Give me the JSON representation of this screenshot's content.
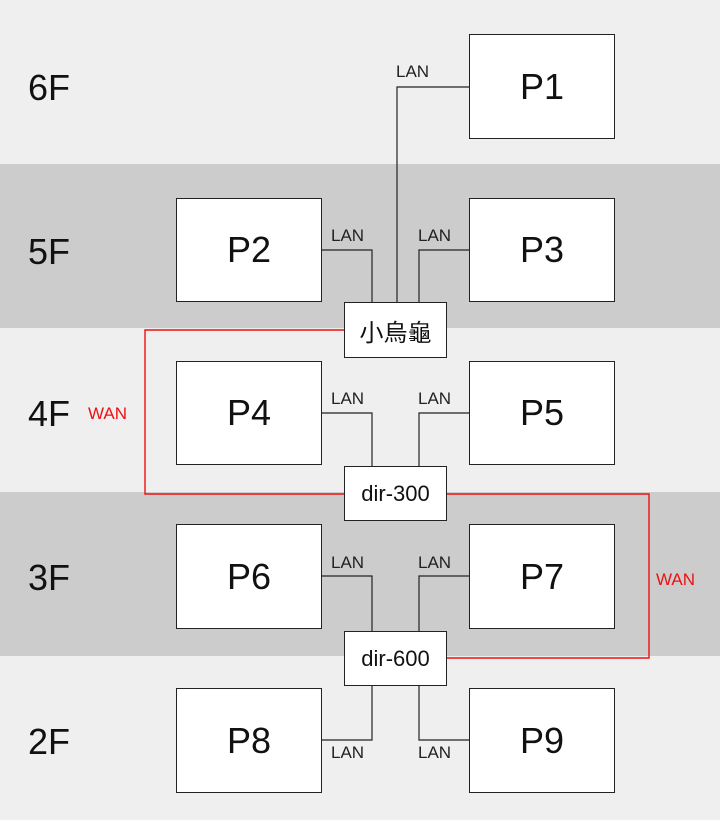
{
  "floors": [
    {
      "label": "6F",
      "color": "#efefef"
    },
    {
      "label": "5F",
      "color": "#cccccc"
    },
    {
      "label": "4F",
      "color": "#efefef"
    },
    {
      "label": "3F",
      "color": "#cccccc"
    },
    {
      "label": "2F",
      "color": "#efefef"
    }
  ],
  "pcs": [
    "P1",
    "P2",
    "P3",
    "P4",
    "P5",
    "P6",
    "P7",
    "P8",
    "P9"
  ],
  "routers": [
    "小烏龜",
    "dir-300",
    "dir-600"
  ],
  "lan_label": "LAN",
  "wan_label": "WAN",
  "colors": {
    "line": "#222222",
    "wan": "#ee1111"
  }
}
